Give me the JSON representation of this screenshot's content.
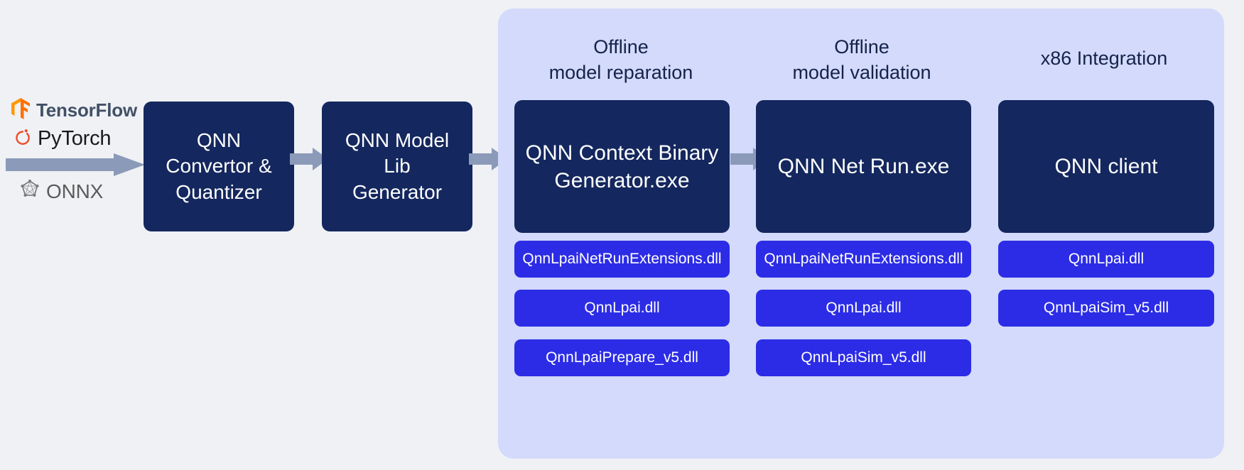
{
  "diagram": {
    "title": "QNN toolchain pipeline",
    "background_color": "#eff1f5",
    "panel_color": "#d3dafb",
    "navy_color": "#14275e",
    "dll_color": "#2c2ce6",
    "arrow_color": "#8b9ab8"
  },
  "inputs": {
    "frameworks": [
      {
        "label": "TensorFlow",
        "icon": "tensorflow-logo",
        "color": "#ff6f00"
      },
      {
        "label": "PyTorch",
        "icon": "pytorch-logo",
        "color": "#ee4c2c"
      },
      {
        "label": "ONNX",
        "icon": "onnx-logo",
        "color": "#5b5b5b"
      }
    ]
  },
  "pipeline": {
    "converter": {
      "label": "QNN\nConvertor &\nQuantizer"
    },
    "lib_generator": {
      "label": "QNN Model\nLib\nGenerator"
    }
  },
  "panel": {
    "columns": [
      {
        "header": "Offline\nmodel reparation",
        "process": "QNN Context Binary\nGenerator.exe",
        "libraries": [
          "QnnLpaiNetRunExtensions.dll",
          "QnnLpai.dll",
          "QnnLpaiPrepare_v5.dll"
        ]
      },
      {
        "header": "Offline\nmodel validation",
        "process": "QNN Net Run.exe",
        "libraries": [
          "QnnLpaiNetRunExtensions.dll",
          "QnnLpai.dll",
          "QnnLpaiSim_v5.dll"
        ]
      },
      {
        "header": "x86 Integration",
        "process": "QNN client",
        "libraries": [
          "QnnLpai.dll",
          "QnnLpaiSim_v5.dll"
        ]
      }
    ]
  },
  "arrows": [
    {
      "name": "frameworks-to-converter"
    },
    {
      "name": "converter-to-libgen"
    },
    {
      "name": "libgen-to-contextbinary"
    },
    {
      "name": "contextbinary-to-netrun"
    }
  ]
}
